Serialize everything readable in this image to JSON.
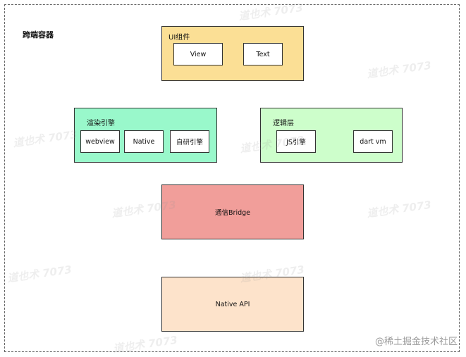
{
  "container": {
    "title": "跨端容器"
  },
  "ui_components": {
    "label": "UI组件",
    "color": "#fbdf95",
    "items": [
      "View",
      "Text"
    ]
  },
  "render_engine": {
    "label": "渲染引擎",
    "color": "#99f8cb",
    "items": [
      "webview",
      "Native",
      "自研引擎"
    ]
  },
  "logic_layer": {
    "label": "逻辑层",
    "color": "#cdfecb",
    "items": [
      "JS引擎",
      "dart vm"
    ]
  },
  "bridge": {
    "label": "通信Bridge",
    "color": "#f19e9a"
  },
  "native_api": {
    "label": "Native API",
    "color": "#fde3cb"
  },
  "watermark": {
    "text": "道也术 7073"
  },
  "footer": {
    "text": "@稀土掘金技术社区"
  }
}
